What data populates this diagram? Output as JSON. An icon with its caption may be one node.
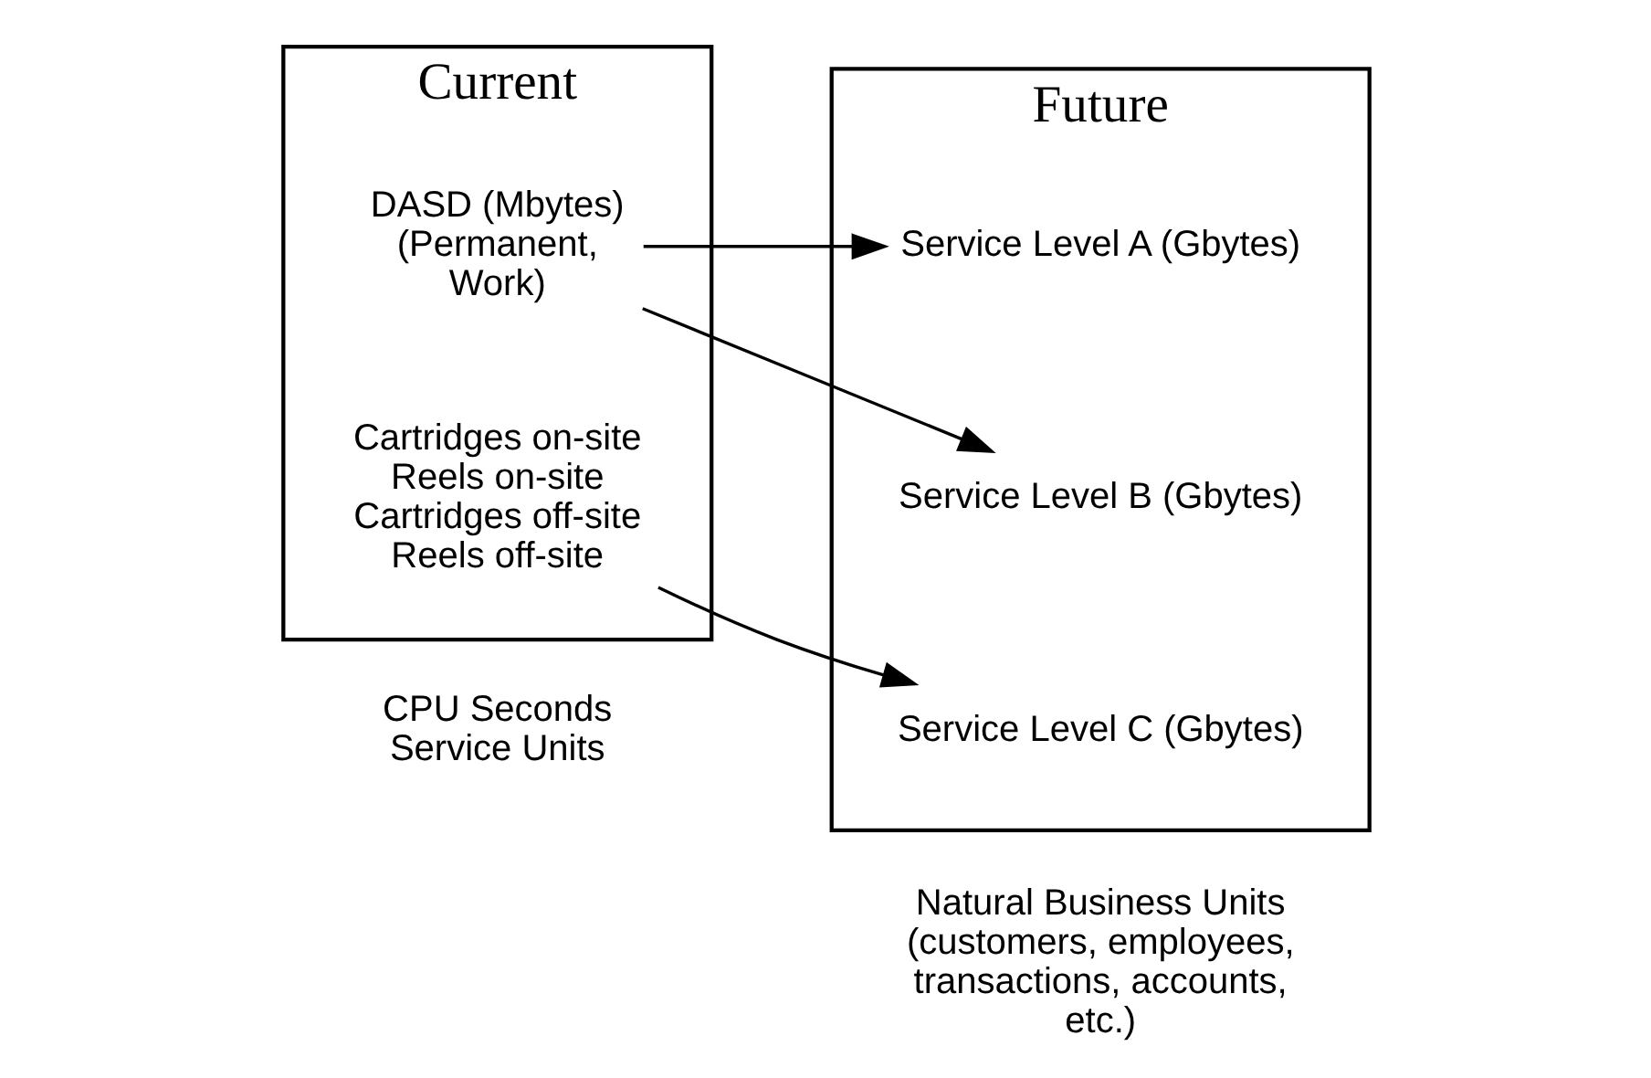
{
  "diagram": {
    "nodes": [
      {
        "text": [
          "Current"
        ],
        "beside": [
          "CPU Seconds Service Units"
        ]
      },
      {
        "text": [
          "DASD (Mbytes) (Permanent, Work)"
        ],
        "in": 0
      },
      {
        "text": [
          "Cartridges on-site Reels on-site Cartridges off-site Reels off-site"
        ],
        "in": 0
      },
      {
        "text": [
          "Future"
        ],
        "beside": [
          "Natural Business Units (customers, employees, transactions, accounts, etc.)"
        ]
      },
      {
        "text": [
          "Service Level A (Gbytes)"
        ],
        "in": 3
      },
      {
        "text": [
          "Service Level B (Gbytes)"
        ],
        "in": 3
      },
      {
        "text": [
          "Service Level C (Gbytes)"
        ],
        "in": 3
      }
    ],
    "edges": [
      {
        "from": 1,
        "to": 4,
        "arrow": "to"
      },
      {
        "from": 1,
        "to": 5,
        "arrow": "to"
      },
      {
        "from": 2,
        "to": 6,
        "arrow": "to"
      }
    ]
  }
}
